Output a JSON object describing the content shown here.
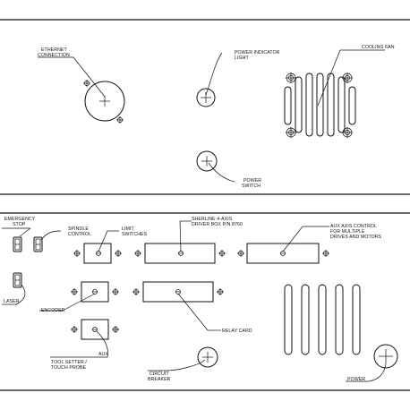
{
  "top_panel": {
    "ethernet_label": [
      "ETHERNET",
      "CONNECTION"
    ],
    "power_indicator_label": [
      "POWER INDICATOR",
      "LIGHT"
    ],
    "cooling_fan_label": "COOLING FAN",
    "power_switch_label": [
      "POWER",
      "SWITCH"
    ]
  },
  "bottom_panel": {
    "emergency_stop_label": [
      "EMERGENCY",
      "STOP"
    ],
    "spindle_control_label": [
      "SPINDLE",
      "CONTROL"
    ],
    "limit_switches_label": [
      "LIMIT",
      "SWITCHES"
    ],
    "sherline_label": [
      "SHERLINE 4-AXIS",
      "DRIVER BOX P/N 8760"
    ],
    "aux_axis_label": [
      "AUX AXIS CONTROL",
      "FOR MULTIPLE",
      "DRIVES AND MOTORS"
    ],
    "laser_label": "LASER",
    "encoder_label": "ENCODER",
    "relay_card_label": "RELAY CARD",
    "aux_label": "AUX",
    "tool_setter_label": [
      "TOOL SETTER /",
      "TOUCH PROBE"
    ],
    "circuit_breaker_label": [
      "CIRCUIT",
      "BREAKER"
    ],
    "power_label": "POWER"
  }
}
